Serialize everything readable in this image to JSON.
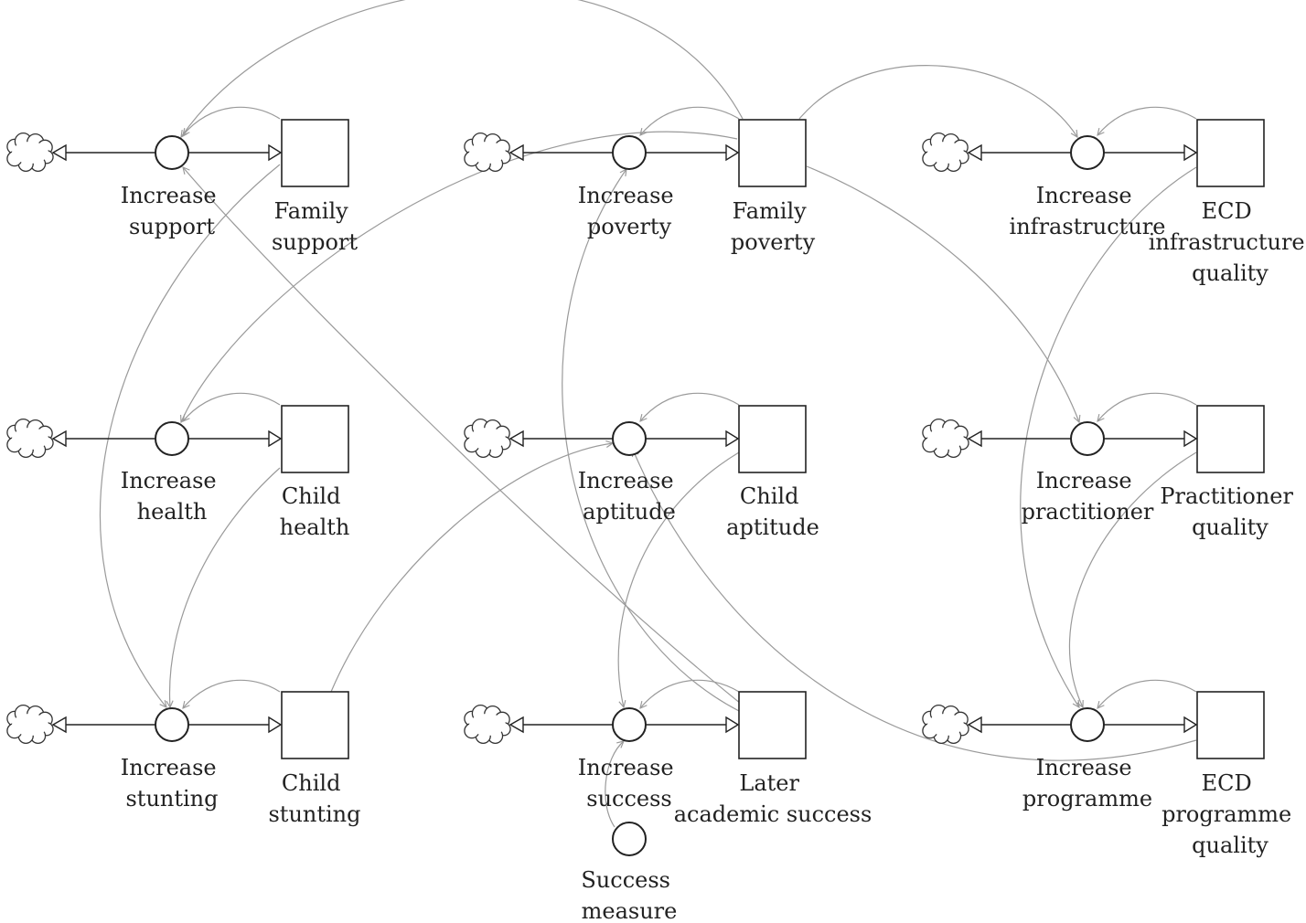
{
  "stocks": {
    "family_support": [
      "Family",
      "support"
    ],
    "child_health": [
      "Child",
      "health"
    ],
    "child_stunting": [
      "Child",
      "stunting"
    ],
    "family_poverty": [
      "Family",
      "poverty"
    ],
    "child_aptitude": [
      "Child",
      "aptitude"
    ],
    "later_academic_success": [
      "Later",
      "academic success"
    ],
    "ecd_infrastructure_quality": [
      "ECD",
      "infrastructure",
      "quality"
    ],
    "practitioner_quality": [
      "Practitioner",
      "quality"
    ],
    "ecd_programme_quality": [
      "ECD",
      "programme",
      "quality"
    ]
  },
  "flows": {
    "increase_support": [
      "Increase",
      "support"
    ],
    "increase_health": [
      "Increase",
      "health"
    ],
    "increase_stunting": [
      "Increase",
      "stunting"
    ],
    "increase_poverty": [
      "Increase",
      "poverty"
    ],
    "increase_aptitude": [
      "Increase",
      "aptitude"
    ],
    "increase_success": [
      "Increase",
      "success"
    ],
    "increase_infrastructure": [
      "Increase",
      "infrastructure"
    ],
    "increase_practitioner": [
      "Increase",
      "practitioner"
    ],
    "increase_programme": [
      "Increase",
      "programme"
    ]
  },
  "auxiliaries": {
    "success_measure": [
      "Success",
      "measure"
    ]
  },
  "colors": {
    "flow": "#222222",
    "link": "#9a9a9a"
  }
}
